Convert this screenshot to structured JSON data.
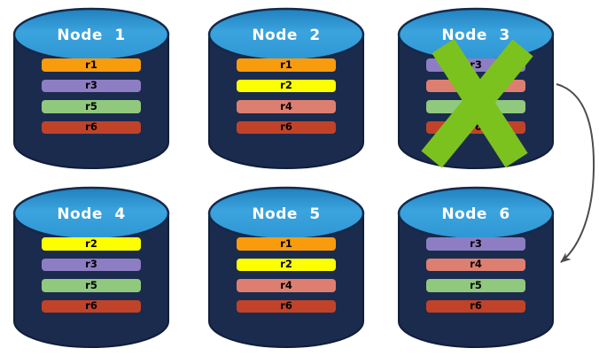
{
  "diagram": {
    "nodes": [
      {
        "name": "node-1",
        "title": "Node 1",
        "failed": false,
        "replicas": [
          {
            "label": "r1",
            "color": "#F89C0E"
          },
          {
            "label": "r3",
            "color": "#8D7EC4"
          },
          {
            "label": "r5",
            "color": "#90C97E"
          },
          {
            "label": "r6",
            "color": "#C04329"
          }
        ]
      },
      {
        "name": "node-2",
        "title": "Node 2",
        "failed": false,
        "replicas": [
          {
            "label": "r1",
            "color": "#F89C0E"
          },
          {
            "label": "r2",
            "color": "#FCFF00"
          },
          {
            "label": "r4",
            "color": "#DD7F70"
          },
          {
            "label": "r6",
            "color": "#C04329"
          }
        ]
      },
      {
        "name": "node-3",
        "title": "Node 3",
        "failed": true,
        "replicas": [
          {
            "label": "r3",
            "color": "#8D7EC4"
          },
          {
            "label": "r4",
            "color": "#DD7F70"
          },
          {
            "label": "r5",
            "color": "#90C97E"
          },
          {
            "label": "r6",
            "color": "#C04329"
          }
        ]
      },
      {
        "name": "node-4",
        "title": "Node 4",
        "failed": false,
        "replicas": [
          {
            "label": "r2",
            "color": "#FCFF00"
          },
          {
            "label": "r3",
            "color": "#8D7EC4"
          },
          {
            "label": "r5",
            "color": "#90C97E"
          },
          {
            "label": "r6",
            "color": "#C04329"
          }
        ]
      },
      {
        "name": "node-5",
        "title": "Node 5",
        "failed": false,
        "replicas": [
          {
            "label": "r1",
            "color": "#F89C0E"
          },
          {
            "label": "r2",
            "color": "#FCFF00"
          },
          {
            "label": "r4",
            "color": "#DD7F70"
          },
          {
            "label": "r6",
            "color": "#C04329"
          }
        ]
      },
      {
        "name": "node-6",
        "title": "Node 6",
        "failed": false,
        "replicas": [
          {
            "label": "r3",
            "color": "#8D7EC4"
          },
          {
            "label": "r4",
            "color": "#DD7F70"
          },
          {
            "label": "r5",
            "color": "#90C97E"
          },
          {
            "label": "r6",
            "color": "#C04329"
          }
        ]
      }
    ],
    "failure_marker": {
      "node": "Node 3",
      "icon": "x-cross",
      "color": "#7CC21E"
    },
    "arrow": {
      "from": "Node 3",
      "to": "Node 6",
      "color": "#4D4D4D"
    },
    "styles": {
      "background": "#FFFFFF",
      "cylinder_body": "#1B2B4D",
      "cylinder_top": "#2E96D3",
      "cylinder_top_dark": "#2080BF",
      "cylinder_top_light": "#3BA4DE",
      "title_color": "#FFFFFF",
      "replica_text_color": "#000000"
    }
  }
}
